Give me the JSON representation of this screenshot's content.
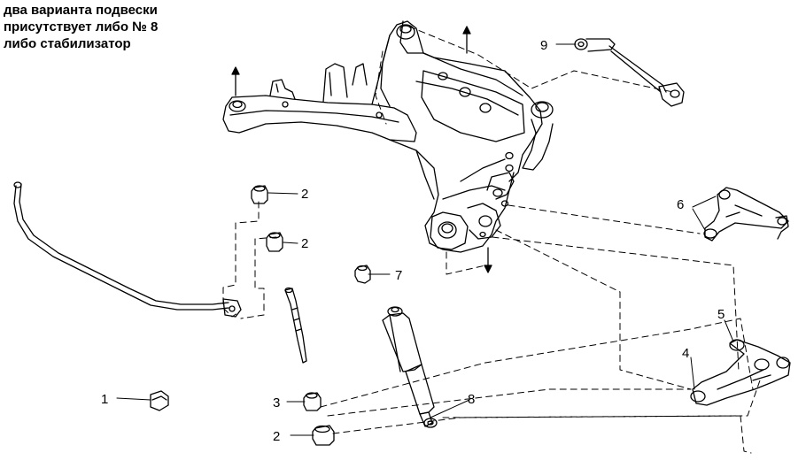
{
  "note": {
    "line1": "два варианта подвески",
    "line2": "присутствует либо № 8",
    "line3": "либо стабилизатор"
  },
  "callouts": [
    "1",
    "2",
    "2",
    "2",
    "3",
    "4",
    "5",
    "6",
    "7",
    "8",
    "9"
  ]
}
